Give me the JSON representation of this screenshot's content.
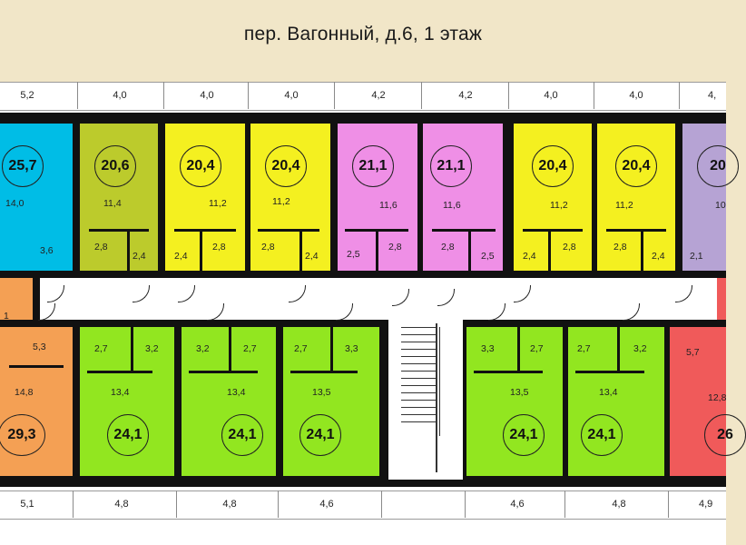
{
  "title": "пер. Вагонный, д.6, 1 этаж",
  "top_dims": [
    "5,2",
    "4,0",
    "4,0",
    "4,0",
    "4,2",
    "4,2",
    "4,0",
    "4,0",
    "4,"
  ],
  "bottom_dims": [
    "5,1",
    "4,8",
    "4,8",
    "4,6",
    "4,6",
    "4,8",
    "4,9"
  ],
  "top_rooms": [
    {
      "total": "25,7",
      "living": "14,0",
      "sub": [
        "3,6"
      ],
      "color": "#00bde6"
    },
    {
      "total": "20,6",
      "living": "11,4",
      "sub": [
        "2,8",
        "2,4"
      ],
      "color": "#bccb2c"
    },
    {
      "total": "20,4",
      "living": "11,2",
      "sub": [
        "2,4",
        "2,8"
      ],
      "color": "#f4f020"
    },
    {
      "total": "20,4",
      "living": "11,2",
      "sub": [
        "2,8",
        "2,4"
      ],
      "color": "#f4f020"
    },
    {
      "total": "21,1",
      "living": "11,6",
      "sub": [
        "2,5",
        "2,8"
      ],
      "color": "#ef8fe6"
    },
    {
      "total": "21,1",
      "living": "11,6",
      "sub": [
        "2,8",
        "2,5"
      ],
      "color": "#ef8fe6"
    },
    {
      "total": "20,4",
      "living": "11,2",
      "sub": [
        "2,4",
        "2,8"
      ],
      "color": "#f4f020"
    },
    {
      "total": "20,4",
      "living": "11,2",
      "sub": [
        "2,8",
        "2,4"
      ],
      "color": "#f4f020"
    },
    {
      "total": "20",
      "living": "10",
      "sub": [
        "2,1"
      ],
      "color": "#b6a3d4"
    }
  ],
  "bottom_rooms": [
    {
      "total": "29,3",
      "living": "14,8",
      "sub": [
        "5,3"
      ],
      "color": "#f4a054"
    },
    {
      "total": "24,1",
      "living": "13,4",
      "sub": [
        "2,7",
        "3,2"
      ],
      "color": "#92e620"
    },
    {
      "total": "24,1",
      "living": "13,4",
      "sub": [
        "3,2",
        "2,7"
      ],
      "color": "#92e620"
    },
    {
      "total": "24,1",
      "living": "13,5",
      "sub": [
        "2,7",
        "3,3"
      ],
      "color": "#92e620"
    },
    {
      "total": "24,1",
      "living": "13,5",
      "sub": [
        "3,3",
        "2,7"
      ],
      "color": "#92e620"
    },
    {
      "total": "24,1",
      "living": "13,4",
      "sub": [
        "2,7",
        "3,2"
      ],
      "color": "#92e620"
    },
    {
      "total": "26",
      "living": "12,8",
      "sub": [
        "5,7"
      ],
      "color": "#f05a5a"
    }
  ],
  "corridor_stubs": [
    "1"
  ]
}
